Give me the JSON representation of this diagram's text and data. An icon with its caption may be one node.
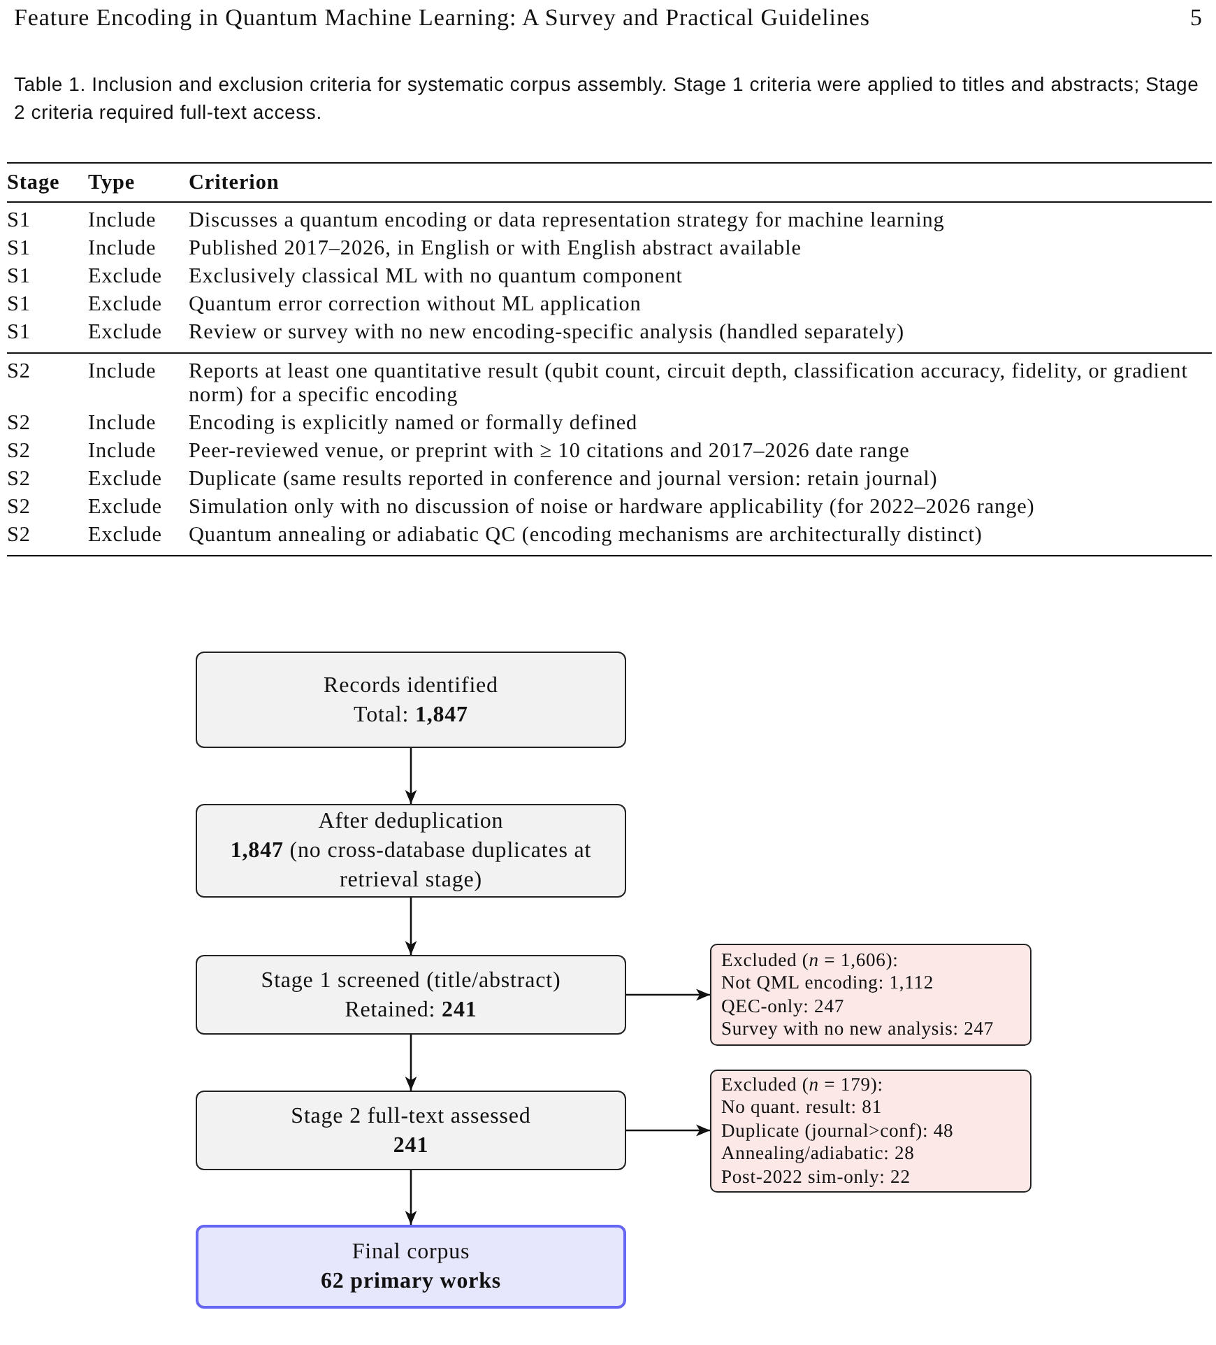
{
  "diagram": {
    "nodes": [
      {
        "text": [
          "Records identified",
          "Total: **1,847**"
        ]
      },
      {
        "text": [
          "After deduplication",
          "**1,847** (no cross-database duplicates at retrieval stage)"
        ]
      },
      {
        "text": [
          "Stage 1 screened (title/abstract)",
          "Retained: **241**"
        ]
      },
      {
        "text": [
          "Excluded (*n* = 1,606):",
          "Not QML encoding: 1,112",
          "QEC-only: 247",
          "Survey with no new analysis: 247"
        ]
      },
      {
        "text": [
          "Stage 2 full-text assessed",
          "241"
        ]
      },
      {
        "text": [
          "Excluded (*n* = 179):",
          "No quant. result: 81",
          "Duplicate (journal>conf): 48",
          "Annealing/adiabatic: 28",
          "Post-2022 sim-only: 22"
        ]
      },
      {
        "text": [
          "Final corpus",
          "62 primary works"
        ]
      }
    ],
    "edges": [
      {
        "from": 0,
        "to": 1,
        "arrow": "to"
      },
      {
        "from": 1,
        "to": 2,
        "arrow": "to"
      },
      {
        "from": 2,
        "to": 3,
        "arrow": "to"
      },
      {
        "from": 2,
        "to": 4,
        "arrow": "to"
      },
      {
        "from": 4,
        "to": 5,
        "arrow": "to"
      },
      {
        "from": 4,
        "to": 6,
        "arrow": "to"
      }
    ],
    "labels": [
      "Feature Encoding in Quantum Machine Learning: A Survey and Practical Guidelines",
      "5",
      "Table 1. Inclusion and exclusion criteria for systematic corpus assembly. Stage 1 criteria were applied to titles and abstracts; Stage 2 criteria required full-text access.",
      "Stage",
      "Type",
      "Criterion",
      "S1",
      "Include",
      "Discusses a quantum encoding or data representation strategy for machine learning",
      "S1",
      "Include",
      "Published 2017–2026, in English or with English abstract available",
      "S1",
      "Exclude",
      "Exclusively classical ML with no quantum component",
      "S1",
      "Exclude",
      "Quantum error correction without ML application",
      "S1",
      "Exclude",
      "Review or survey with no new encoding-specific analysis (handled separately)",
      "S2",
      "Include",
      "Reports at least one quantitative result (qubit count, circuit depth, classification accuracy, fidelity, or gradient norm) for a specific encoding",
      "S2",
      "Include",
      "Encoding is explicitly named or formally defined",
      "S2",
      "Include",
      "Peer-reviewed venue, or preprint with ≥ 10 citations and 2017–2026 date range",
      "S2",
      "Exclude",
      "Duplicate (same results reported in conference and journal version: retain journal)",
      "S2",
      "Exclude",
      "Simulation only with no discussion of noise or hardware applicability (for 2022–2026 range)",
      "S2",
      "Exclude",
      "Quantum annealing or adiabatic QC (encoding mechanisms are architecturally distinct)"
    ]
  }
}
